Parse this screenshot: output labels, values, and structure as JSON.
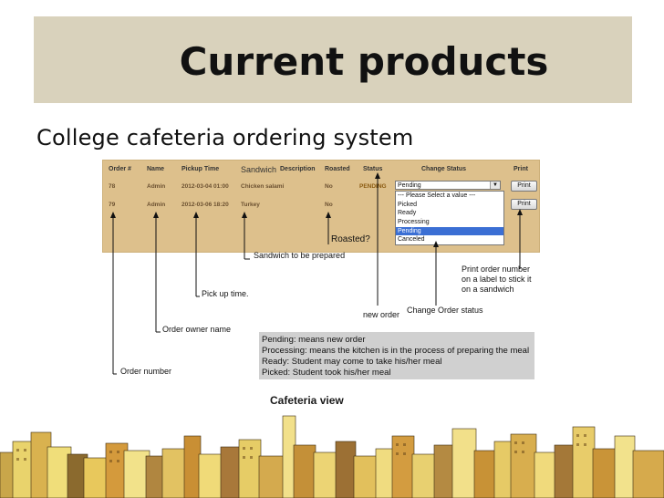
{
  "slide": {
    "title": "Current products",
    "subtitle": "College cafeteria ordering system",
    "caption": "Cafeteria view"
  },
  "table": {
    "headers": {
      "order": "Order #",
      "name": "Name",
      "pickup": "Pickup Time",
      "sandwich": "Sandwich",
      "description": "Description",
      "roasted": "Roasted",
      "status": "Status",
      "change_status": "Change Status",
      "print": "Print"
    },
    "rows": [
      {
        "order": "78",
        "name": "Admin",
        "pickup": "2012-03-04 01:00",
        "sandwich": "Chicken salami",
        "roasted": "No",
        "status": "PENDING",
        "print": "Print"
      },
      {
        "order": "79",
        "name": "Admin",
        "pickup": "2012-03-06 18:20",
        "sandwich": "Turkey",
        "roasted": "No",
        "status": "",
        "print": "Print"
      }
    ],
    "select": {
      "value": "Pending",
      "options": [
        "--- Please Select a value ---",
        "Picked",
        "Ready",
        "Processing",
        "Pending",
        "Canceled"
      ],
      "highlighted": "Pending"
    }
  },
  "annotations": {
    "roasted": "Roasted?",
    "sandwich": "Sandwich to be prepared",
    "print_1": "Print order number",
    "print_2": "on a label to stick it",
    "print_3": "on a sandwich",
    "pickup": "Pick up time.",
    "new_order": "new order",
    "change_status": "Change Order status",
    "owner": "Order owner name",
    "order_number": "Order number"
  },
  "legend": {
    "pending": "Pending: means new order",
    "processing": "Processing: means the kitchen is in the process of preparing the meal",
    "ready": "Ready: Student may come to take his/her meal",
    "picked": "Picked: Student took his/her meal"
  },
  "colors": {
    "title_band": "#d9d2bc",
    "app_background": "#ddc08c",
    "highlight": "#3b6fd4",
    "legend_background": "#d0d0d0"
  }
}
